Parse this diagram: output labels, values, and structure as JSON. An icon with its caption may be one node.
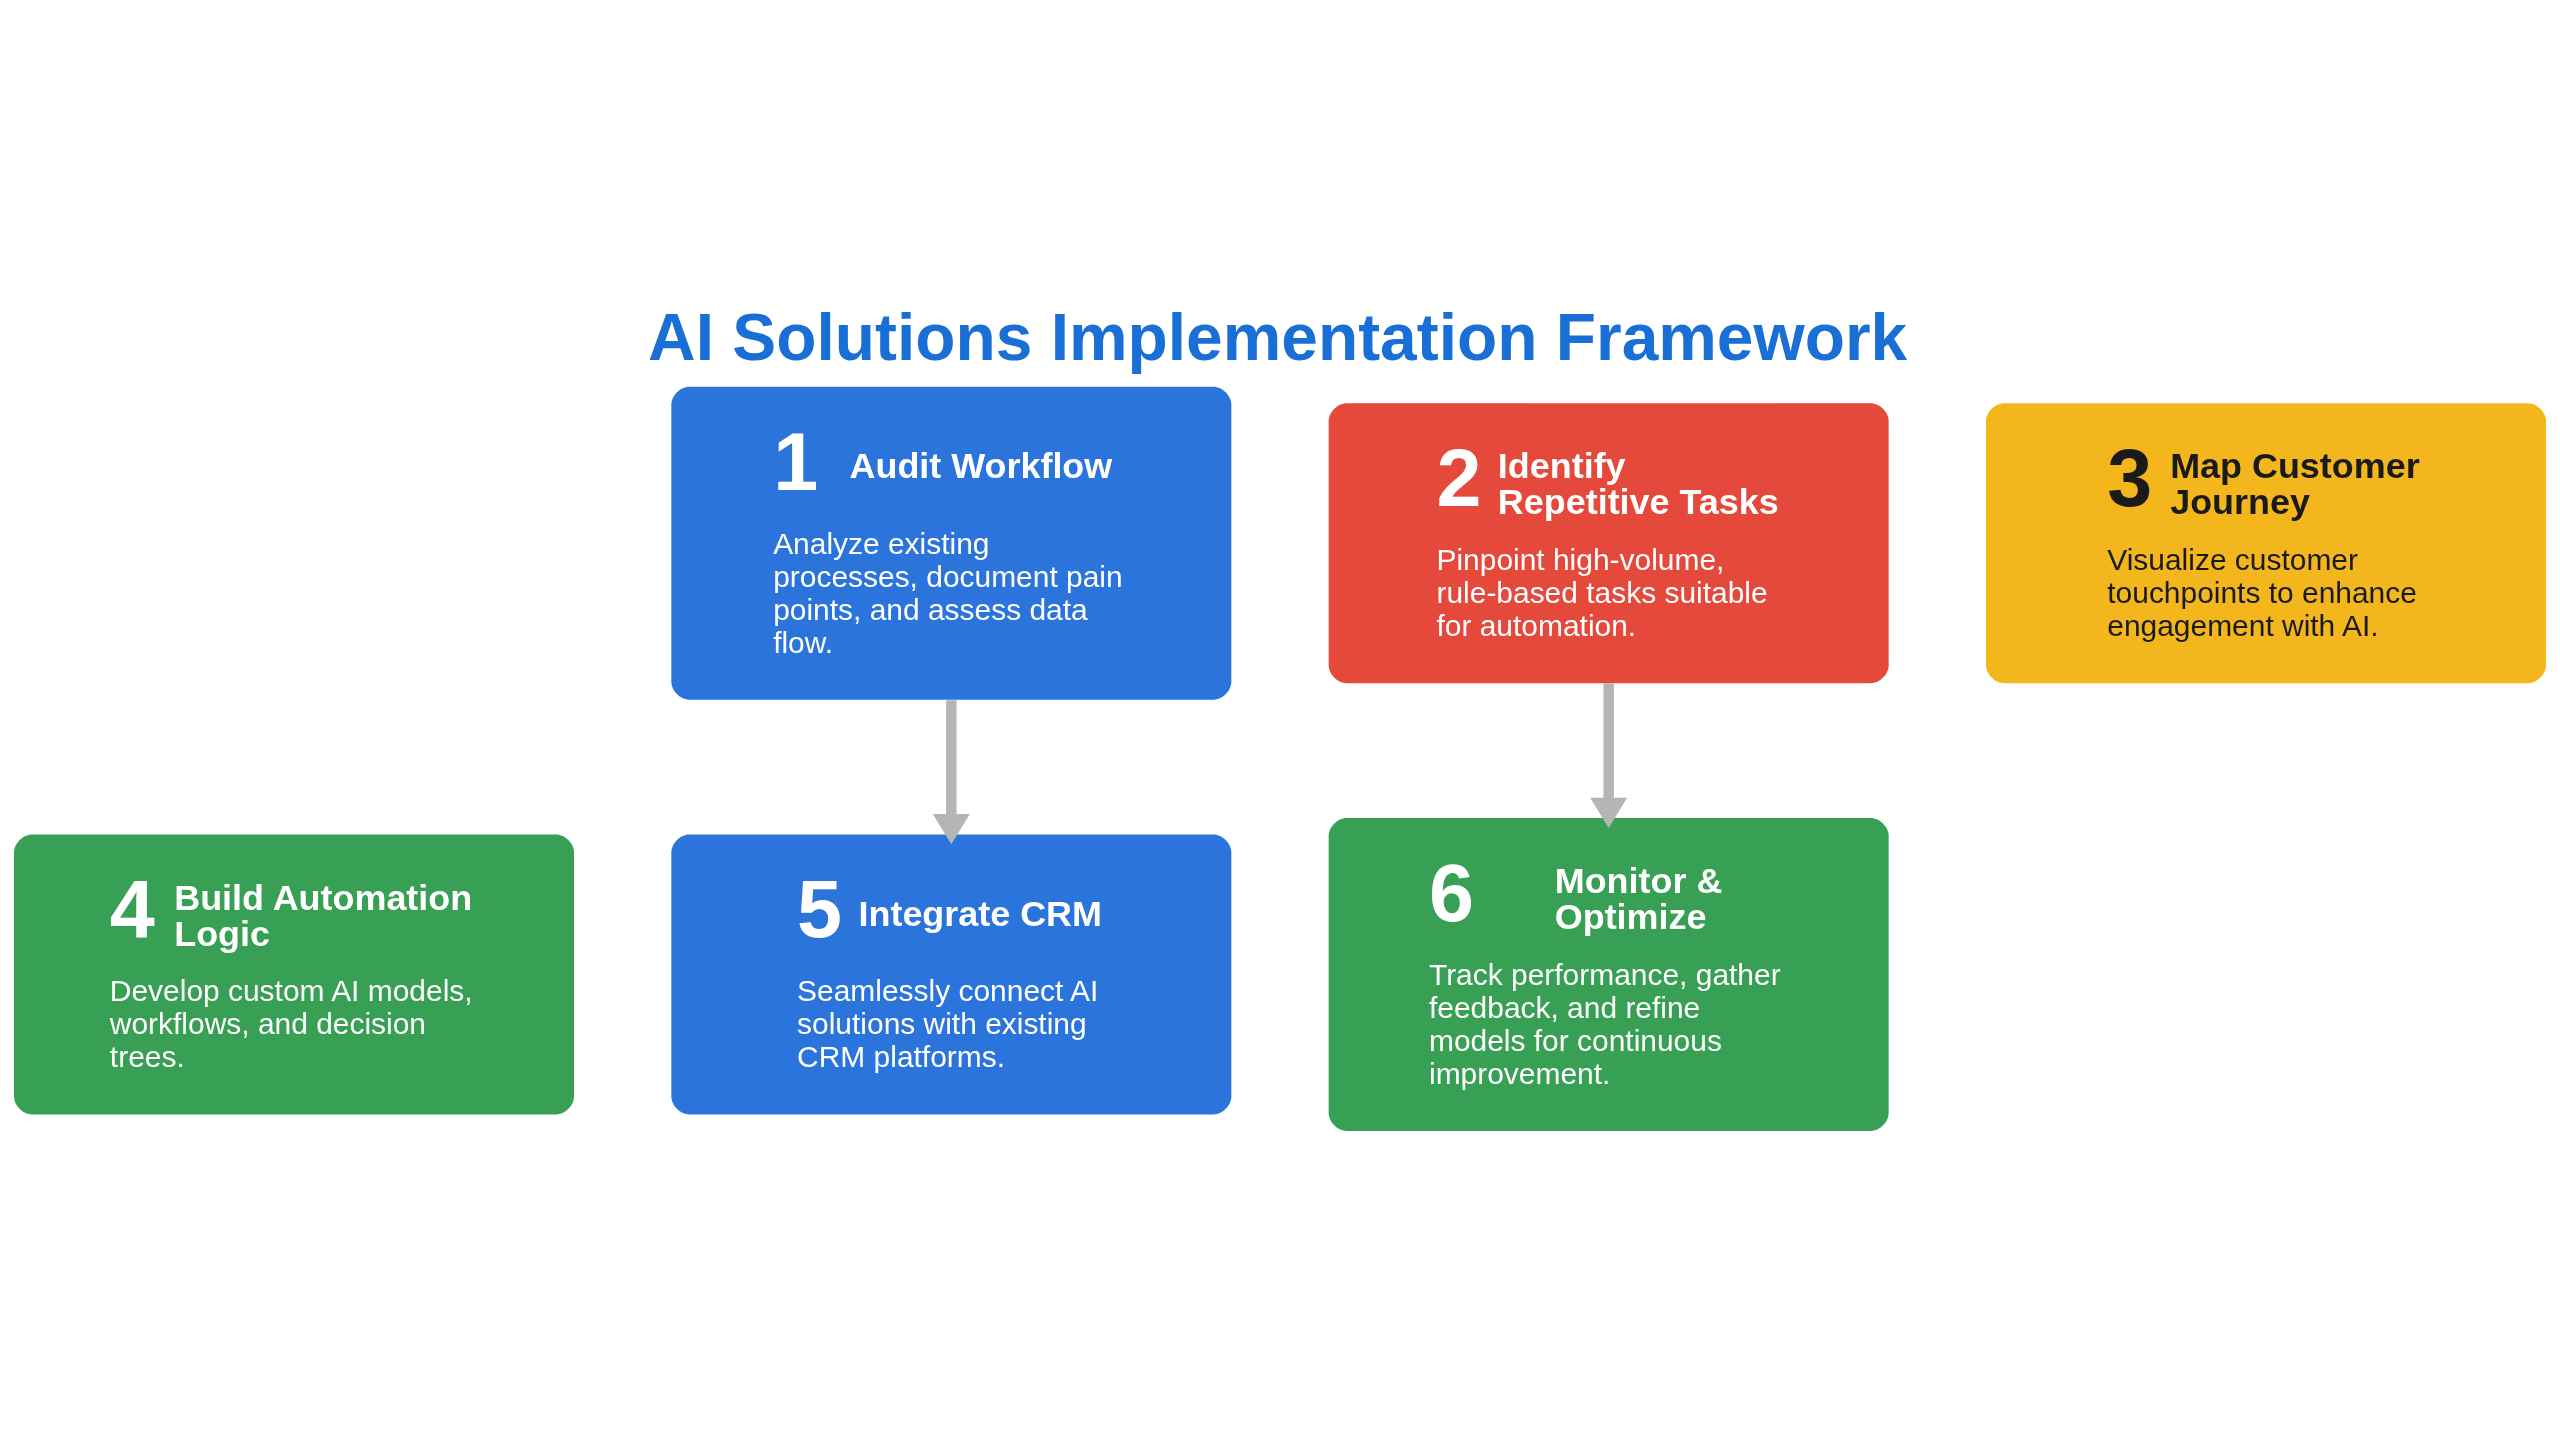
{
  "diagram": {
    "title": "AI Solutions Implementation Framework",
    "nodes": [
      {
        "text": [
          "1",
          "Audit Workflow",
          "Analyze existing processes, document pain points, and assess data flow."
        ]
      },
      {
        "text": [
          "2",
          "Identify Repetitive Tasks",
          "Pinpoint high-volume, rule-based tasks suitable for automation."
        ]
      },
      {
        "text": [
          "3",
          "Map Customer Journey",
          "Visualize customer touchpoints to enhance engagement with AI."
        ]
      },
      {
        "text": [
          "4",
          "Build Automation Logic",
          "Develop custom AI models, workflows, and decision trees."
        ]
      },
      {
        "text": [
          "5",
          "Integrate CRM",
          "Seamlessly connect AI solutions with existing CRM platforms."
        ]
      },
      {
        "text": [
          "6",
          "Monitor & Optimize",
          "Track performance, gather feedback, and refine models for continuous improvement."
        ]
      }
    ],
    "edges": [
      {
        "from": 0,
        "to": 4,
        "arrow": "to"
      },
      {
        "from": 1,
        "to": 5,
        "arrow": "to"
      }
    ]
  }
}
